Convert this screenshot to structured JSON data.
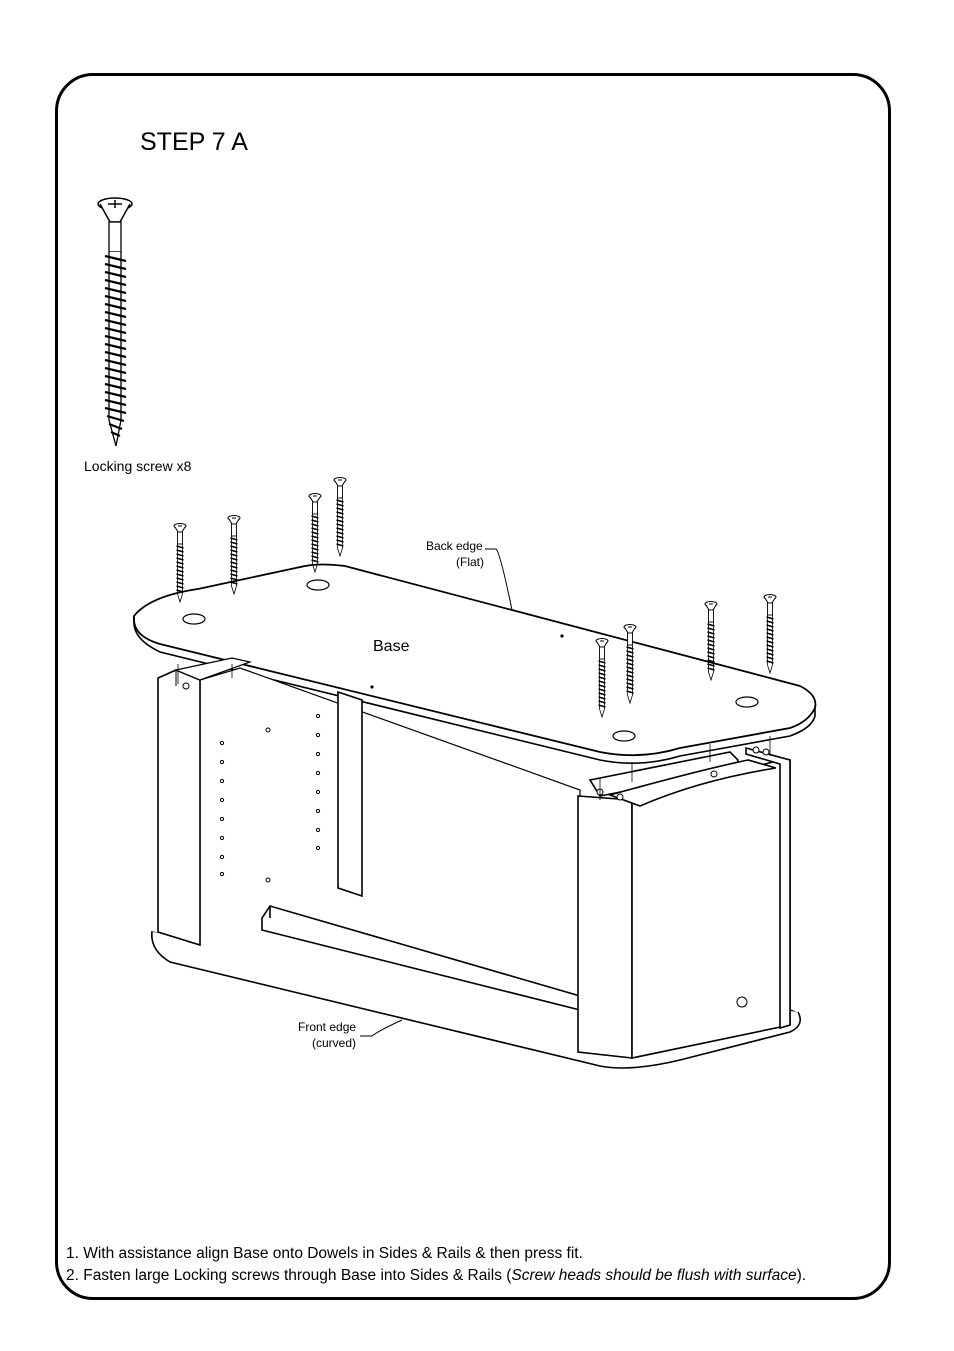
{
  "step": {
    "title": "STEP 7 A"
  },
  "hardware": {
    "label": "Locking screw x8"
  },
  "labels": {
    "back_edge": "Back edge",
    "back_edge_note": "(Flat)",
    "base": "Base",
    "front_edge": "Front edge",
    "front_edge_note": "(curved)"
  },
  "instructions": {
    "line1": "1. With assistance align Base onto Dowels in Sides & Rails & then press fit.",
    "line2_start": "2. Fasten large Locking screws through Base into Sides & Rails (",
    "line2_italic": "Screw heads should be flush with surface",
    "line2_end": ")."
  }
}
